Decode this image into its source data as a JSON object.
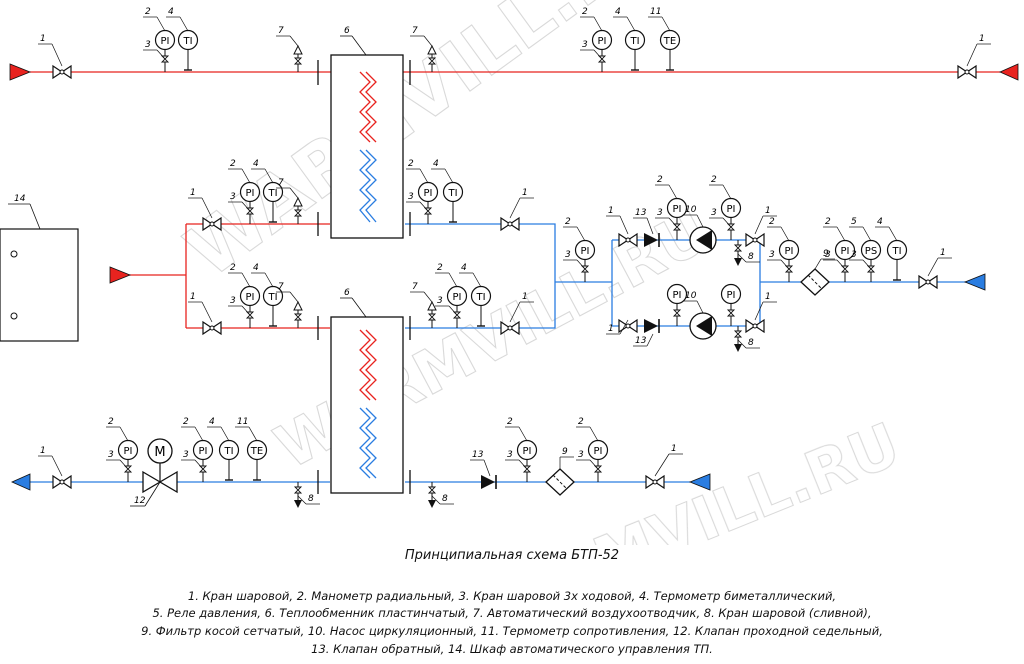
{
  "title": "Принципиальная схема БТП-52",
  "legend": [
    "1. Кран шаровой, 2. Манометр радиальный, 3. Кран шаровой 3х ходовой, 4. Термометр биметаллический,",
    "5. Реле давления, 6. Теплообменник пластинчатый, 7. Автоматический воздухоотводчик, 8. Кран шаровой (сливной),",
    "9. Фильтр косой сетчатый, 10. Насос циркуляционный, 11. Термометр сопротивления, 12. Клапан проходной седельный,",
    "13. Клапан обратный, 14. Шкаф автоматического управления ТП."
  ],
  "watermark": "WARMVILL.RU",
  "instrument_labels": {
    "pi": "PI",
    "ti": "TI",
    "te": "TE",
    "ps": "PS",
    "motor": "M"
  },
  "colors": {
    "supply": "#e8231f",
    "return": "#2a7de1",
    "line": "#111111"
  }
}
